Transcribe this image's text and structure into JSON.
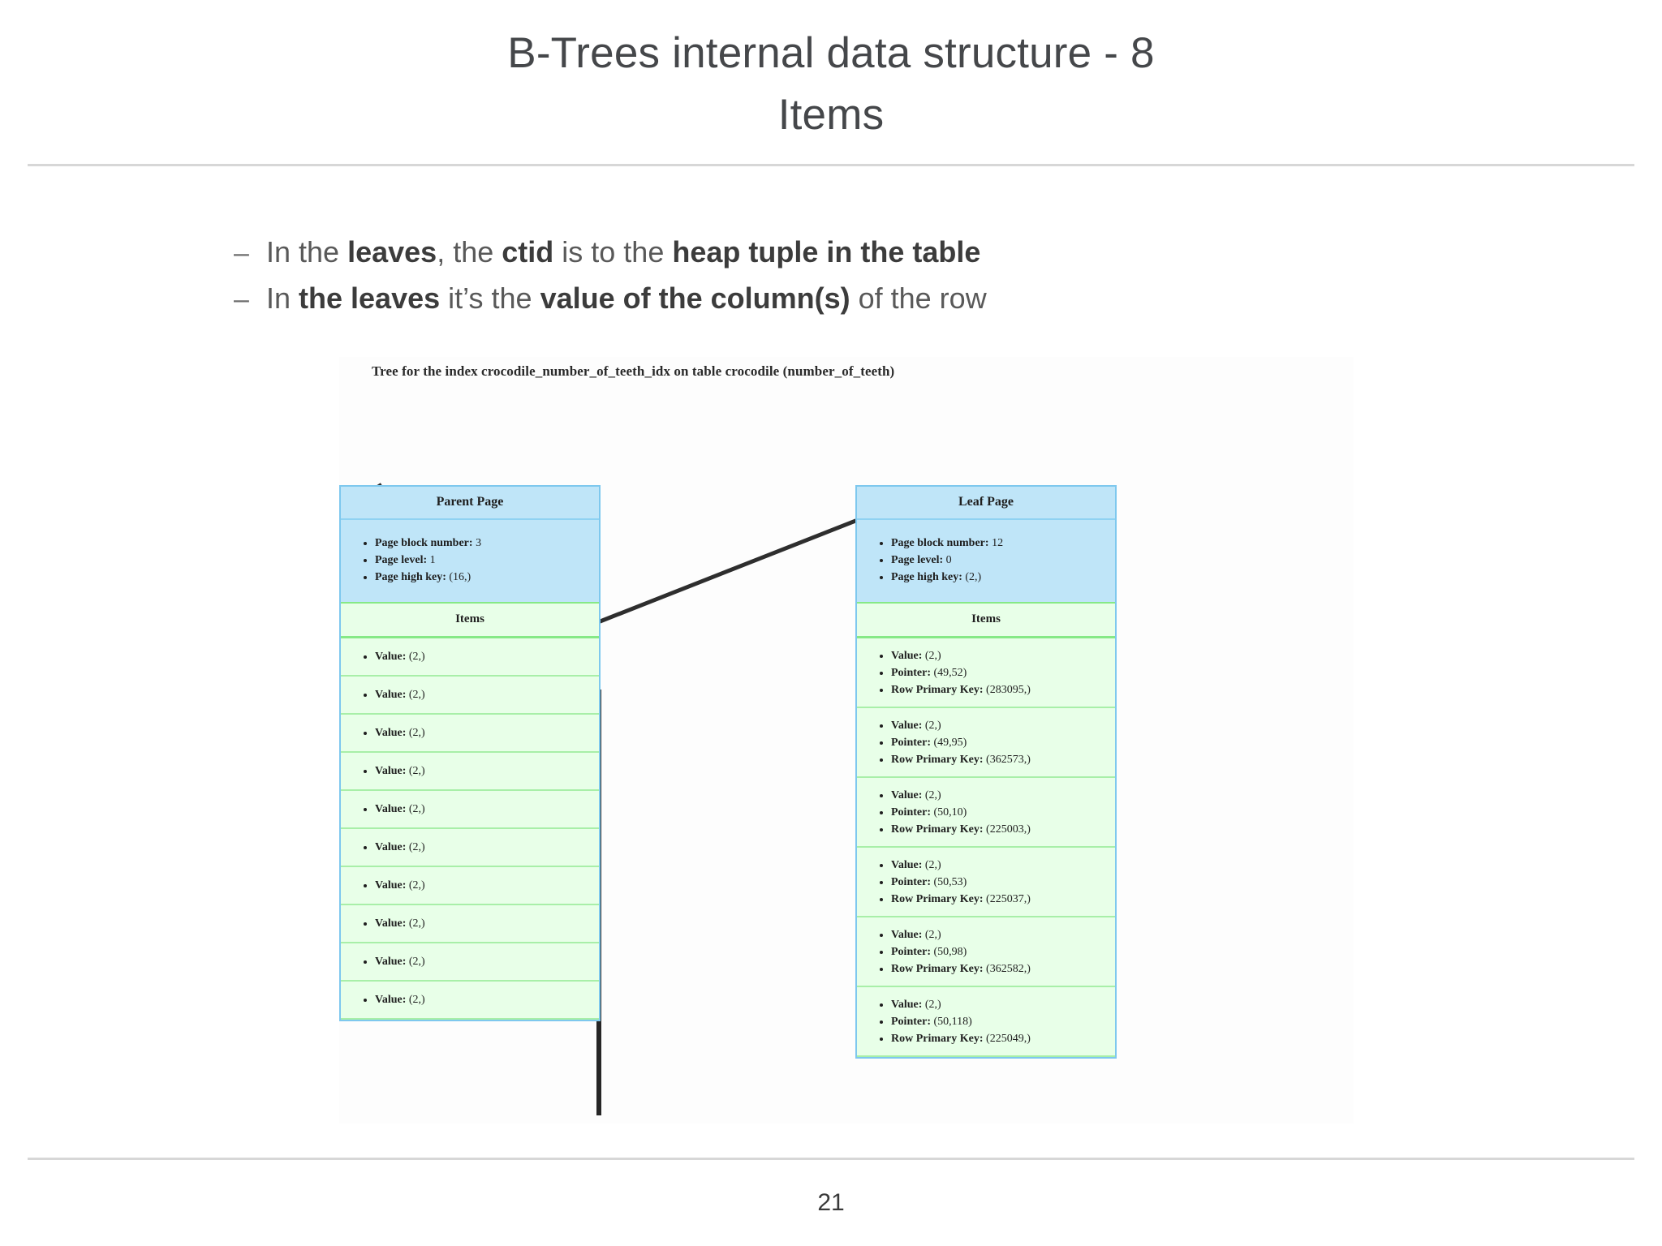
{
  "slide": {
    "title_line1": "B-Trees internal data structure - 8",
    "title_line2": "Items",
    "page_number": "21"
  },
  "bullets": [
    {
      "marker": "–",
      "segments": [
        {
          "text": "In the ",
          "bold": false
        },
        {
          "text": "leaves",
          "bold": true
        },
        {
          "text": ", the ",
          "bold": false
        },
        {
          "text": "ctid",
          "bold": true
        },
        {
          "text": " is to the ",
          "bold": false
        },
        {
          "text": "heap tuple in the table",
          "bold": true
        }
      ]
    },
    {
      "marker": "–",
      "segments": [
        {
          "text": "In ",
          "bold": false
        },
        {
          "text": "the leaves",
          "bold": true
        },
        {
          "text": " it’s the ",
          "bold": false
        },
        {
          "text": "value of the column(s)",
          "bold": true
        },
        {
          "text": " of the row",
          "bold": false
        }
      ]
    }
  ],
  "figure": {
    "caption": "Tree for the index crocodile_number_of_teeth_idx on table crocodile (number_of_teeth)",
    "colors": {
      "page_header_blue": "#bfe5f8",
      "page_border_blue": "#7ec8ee",
      "items_green": "#e8ffe8",
      "items_border_green": "#a8efa8",
      "connector": "#2e2e2e"
    },
    "parent_page": {
      "title": "Parent Page",
      "meta": [
        {
          "label": "Page block number:",
          "value": "3"
        },
        {
          "label": "Page level:",
          "value": "1"
        },
        {
          "label": "Page high key:",
          "value": "(16,)"
        }
      ],
      "items_header": "Items",
      "items": [
        [
          {
            "label": "Value:",
            "value": "(2,)"
          }
        ],
        [
          {
            "label": "Value:",
            "value": "(2,)"
          }
        ],
        [
          {
            "label": "Value:",
            "value": "(2,)"
          }
        ],
        [
          {
            "label": "Value:",
            "value": "(2,)"
          }
        ],
        [
          {
            "label": "Value:",
            "value": "(2,)"
          }
        ],
        [
          {
            "label": "Value:",
            "value": "(2,)"
          }
        ],
        [
          {
            "label": "Value:",
            "value": "(2,)"
          }
        ],
        [
          {
            "label": "Value:",
            "value": "(2,)"
          }
        ],
        [
          {
            "label": "Value:",
            "value": "(2,)"
          }
        ],
        [
          {
            "label": "Value:",
            "value": "(2,)"
          }
        ]
      ]
    },
    "leaf_page": {
      "title": "Leaf Page",
      "meta": [
        {
          "label": "Page block number:",
          "value": "12"
        },
        {
          "label": "Page level:",
          "value": "0"
        },
        {
          "label": "Page high key:",
          "value": "(2,)"
        }
      ],
      "items_header": "Items",
      "items": [
        [
          {
            "label": "Value:",
            "value": "(2,)"
          },
          {
            "label": "Pointer:",
            "value": "(49,52)"
          },
          {
            "label": "Row Primary Key:",
            "value": "(283095,)"
          }
        ],
        [
          {
            "label": "Value:",
            "value": "(2,)"
          },
          {
            "label": "Pointer:",
            "value": "(49,95)"
          },
          {
            "label": "Row Primary Key:",
            "value": "(362573,)"
          }
        ],
        [
          {
            "label": "Value:",
            "value": "(2,)"
          },
          {
            "label": "Pointer:",
            "value": "(50,10)"
          },
          {
            "label": "Row Primary Key:",
            "value": "(225003,)"
          }
        ],
        [
          {
            "label": "Value:",
            "value": "(2,)"
          },
          {
            "label": "Pointer:",
            "value": "(50,53)"
          },
          {
            "label": "Row Primary Key:",
            "value": "(225037,)"
          }
        ],
        [
          {
            "label": "Value:",
            "value": "(2,)"
          },
          {
            "label": "Pointer:",
            "value": "(50,98)"
          },
          {
            "label": "Row Primary Key:",
            "value": "(362582,)"
          }
        ],
        [
          {
            "label": "Value:",
            "value": "(2,)"
          },
          {
            "label": "Pointer:",
            "value": "(50,118)"
          },
          {
            "label": "Row Primary Key:",
            "value": "(225049,)"
          }
        ]
      ]
    }
  }
}
